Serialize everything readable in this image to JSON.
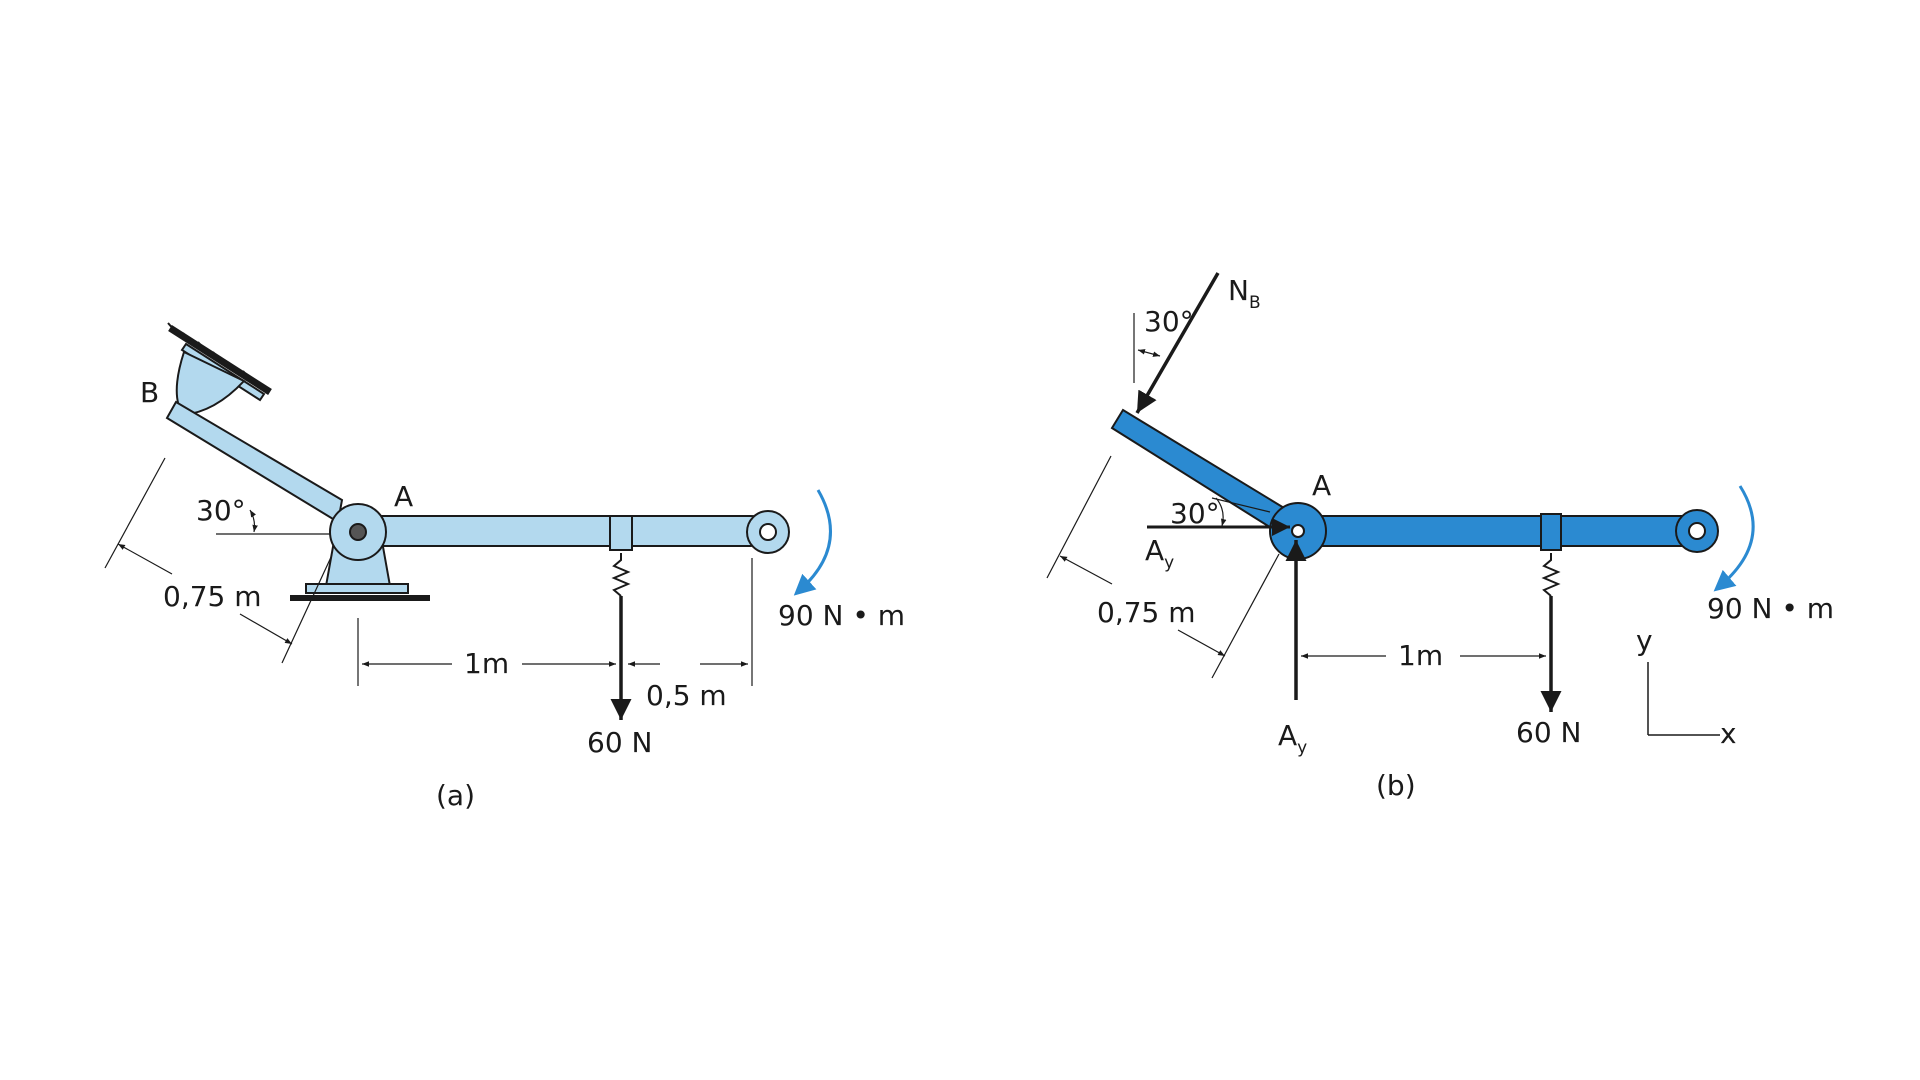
{
  "figure_a": {
    "caption": "(a)",
    "point_b": "B",
    "point_a": "A",
    "angle": "30°",
    "dim_slanted": "0,75 m",
    "dim_1": "1m",
    "dim_2": "0,5 m",
    "force": "60 N",
    "moment": "90 N • m"
  },
  "figure_b": {
    "caption": "(b)",
    "point_a": "A",
    "reaction_n": "N",
    "reaction_n_sub": "B",
    "angle_top": "30°",
    "angle_mid": "30°",
    "reaction_ax": "A",
    "reaction_ax_sub": "y",
    "reaction_ay": "A",
    "reaction_ay_sub": "y",
    "dim_slanted": "0,75 m",
    "dim_1": "1m",
    "force": "60 N",
    "moment": "90 N • m",
    "axis_y": "y",
    "axis_x": "x"
  },
  "colors": {
    "light_blue": "#b3d9ee",
    "dark_blue": "#2b8ad1",
    "outline": "#1a1a1a",
    "moment_arrow": "#2b8ad1"
  }
}
